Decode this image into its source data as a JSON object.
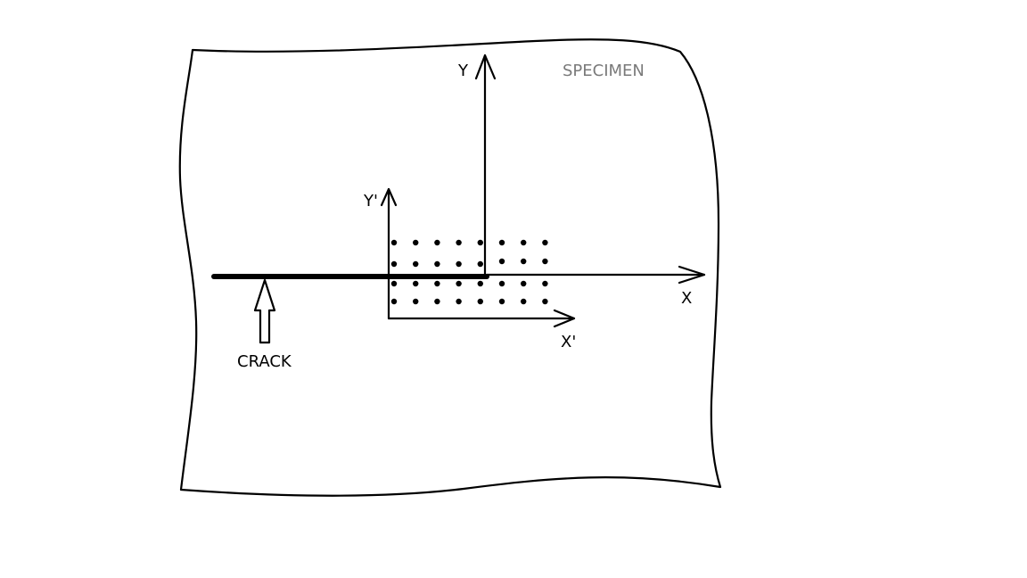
{
  "labels": {
    "specimen": "SPECIMEN",
    "crack": "CRACK",
    "axis_x": "X",
    "axis_y": "Y",
    "axis_x_prime": "X'",
    "axis_y_prime": "Y'"
  },
  "colors": {
    "ink": "#000000",
    "specimen_label": "#7a7a7a",
    "background": "#ffffff"
  },
  "point_grid": {
    "rows": 4,
    "columns": 8
  }
}
